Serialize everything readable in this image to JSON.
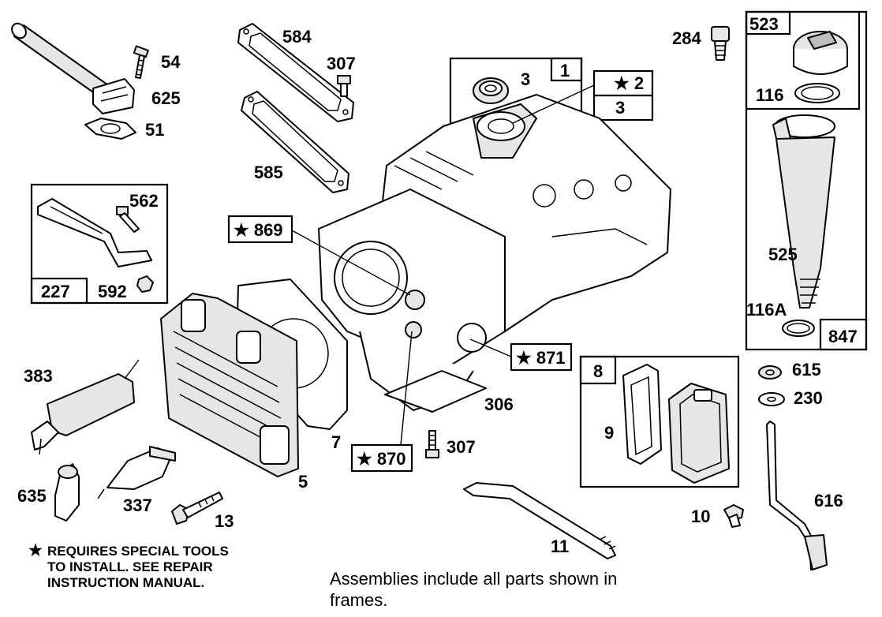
{
  "callouts": {
    "c54": "54",
    "c625": "625",
    "c51": "51",
    "c584": "584",
    "c307a": "307",
    "c585": "585",
    "c3a": "3",
    "c1": "1",
    "c2": "★ 2",
    "c3b": "3",
    "c284": "284",
    "c523": "523",
    "c116": "116",
    "c562": "562",
    "c227": "227",
    "c592": "592",
    "c869": "★ 869",
    "c871": "★ 871",
    "c870": "★ 870",
    "c525": "525",
    "c116a": "116A",
    "c847": "847",
    "c383": "383",
    "c7": "7",
    "c306": "306",
    "c8": "8",
    "c9": "9",
    "c615": "615",
    "c230": "230",
    "c307b": "307",
    "c5": "5",
    "c635": "635",
    "c337": "337",
    "c13": "13",
    "c616": "616",
    "c10": "10",
    "c11": "11"
  },
  "notes": {
    "star_symbol": "★",
    "special_tools_line1": "REQUIRES SPECIAL TOOLS",
    "special_tools_line2": "TO INSTALL.  SEE REPAIR",
    "special_tools_line3": "INSTRUCTION MANUAL.",
    "assemblies_line1": "Assemblies include all parts shown in",
    "assemblies_line2": "frames."
  },
  "colors": {
    "ink": "#000000",
    "paper": "#ffffff",
    "shade": "#e6e6e6",
    "dark_shade": "#bdbdbd"
  }
}
